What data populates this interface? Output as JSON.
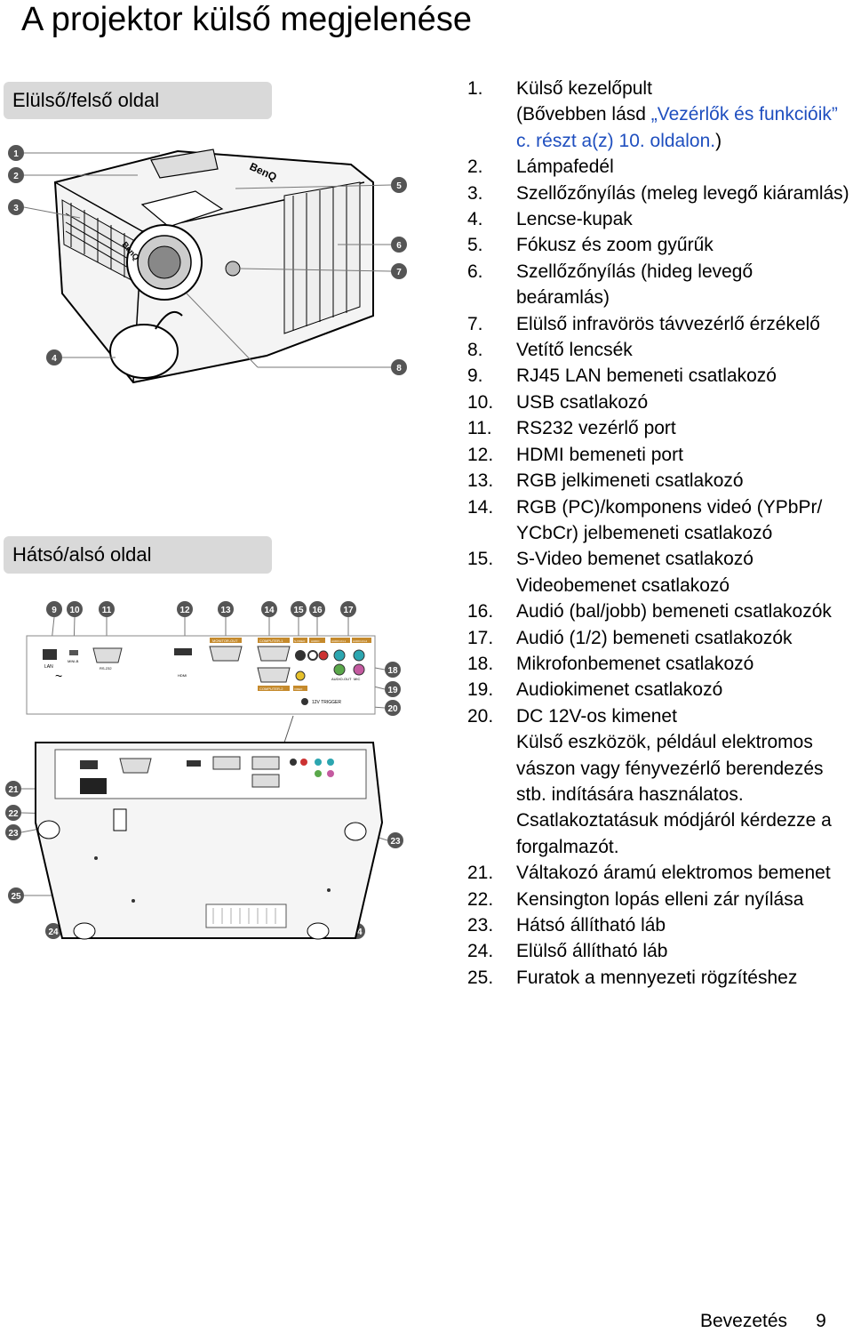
{
  "title": "A projektor külső megjelenése",
  "sections": {
    "front": "Elülső/felső oldal",
    "back": "Hátsó/alsó oldal"
  },
  "front_callouts": [
    "1",
    "2",
    "3",
    "4",
    "5",
    "6",
    "7",
    "8"
  ],
  "back_callouts": [
    "9",
    "10",
    "11",
    "12",
    "13",
    "14",
    "15",
    "16",
    "17",
    "18",
    "19",
    "20",
    "21",
    "22",
    "23",
    "23",
    "24",
    "24",
    "25"
  ],
  "diagram_labels": {
    "brand": "BenQ",
    "lan": "LAN",
    "mini_b": "MINI-B",
    "rs232": "RS-232",
    "hdmi": "HDMI",
    "monitor_out": "MONITOR-OUT",
    "computer1": "COMPUTER-1",
    "computer2": "COMPUTER-2",
    "svideo": "S-VIDEO",
    "audio": "AUDIO",
    "audio_in1": "AUDIO-IN-1",
    "audio_in2": "AUDIO-IN-2",
    "audio_out": "AUDIO-OUT",
    "mic": "MIC",
    "trigger": "12V TRIGGER",
    "video": "VIDEO",
    "tilde": "~"
  },
  "list": [
    {
      "num": "1.",
      "lines": [
        "Külső kezelőpult"
      ]
    },
    {
      "num": "",
      "lines": [
        "(Bővebben lásd "
      ],
      "link": "„Vezérlők és funkcióik” c. részt a(z) 10. oldalon.",
      "after": ")"
    },
    {
      "num": "2.",
      "lines": [
        "Lámpafedél"
      ]
    },
    {
      "num": "3.",
      "lines": [
        "Szellőzőnyílás (meleg levegő kiáramlás)"
      ]
    },
    {
      "num": "4.",
      "lines": [
        "Lencse-kupak"
      ]
    },
    {
      "num": "5.",
      "lines": [
        "Fókusz és zoom gyűrűk"
      ]
    },
    {
      "num": "6.",
      "lines": [
        "Szellőzőnyílás (hideg levegő beáramlás)"
      ]
    },
    {
      "num": "7.",
      "lines": [
        "Elülső infravörös távvezérlő érzékelő"
      ]
    },
    {
      "num": "8.",
      "lines": [
        "Vetítő lencsék"
      ]
    },
    {
      "num": "9.",
      "lines": [
        "RJ45 LAN bemeneti csatlakozó"
      ]
    },
    {
      "num": "10.",
      "lines": [
        "USB csatlakozó"
      ]
    },
    {
      "num": "11.",
      "lines": [
        "RS232 vezérlő port"
      ]
    },
    {
      "num": "12.",
      "lines": [
        "HDMI bemeneti port"
      ]
    },
    {
      "num": "13.",
      "lines": [
        "RGB jelkimeneti csatlakozó"
      ]
    },
    {
      "num": "14.",
      "lines": [
        "RGB (PC)/komponens videó (YPbPr/ YCbCr) jelbemeneti csatlakozó"
      ]
    },
    {
      "num": "15.",
      "lines": [
        "S-Video bemenet csatlakozó",
        "Videobemenet csatlakozó"
      ]
    },
    {
      "num": "16.",
      "lines": [
        "Audió (bal/jobb) bemeneti csatlakozók"
      ]
    },
    {
      "num": "17.",
      "lines": [
        "Audió (1/2) bemeneti csatlakozók"
      ]
    },
    {
      "num": "18.",
      "lines": [
        "Mikrofonbemenet csatlakozó"
      ]
    },
    {
      "num": "19.",
      "lines": [
        "Audiokimenet csatlakozó"
      ]
    },
    {
      "num": "20.",
      "lines": [
        "DC 12V-os kimenet",
        "Külső eszközök, például elektromos vászon vagy fényvezérlő berendezés stb. indítására használatos. Csatlakoztatásuk módjáról kérdezze a forgalmazót."
      ]
    },
    {
      "num": "21.",
      "lines": [
        "Váltakozó áramú elektromos bemenet"
      ]
    },
    {
      "num": "22.",
      "lines": [
        "Kensington lopás elleni zár nyílása"
      ]
    },
    {
      "num": "23.",
      "lines": [
        "Hátsó állítható láb"
      ]
    },
    {
      "num": "24.",
      "lines": [
        "Elülső állítható láb"
      ]
    },
    {
      "num": "25.",
      "lines": [
        "Furatok a mennyezeti rögzítéshez"
      ]
    }
  ],
  "footer": {
    "section": "Bevezetés",
    "page": "9"
  },
  "colors": {
    "link": "#1f4fbf",
    "section_bg": "#d9d9d9"
  }
}
